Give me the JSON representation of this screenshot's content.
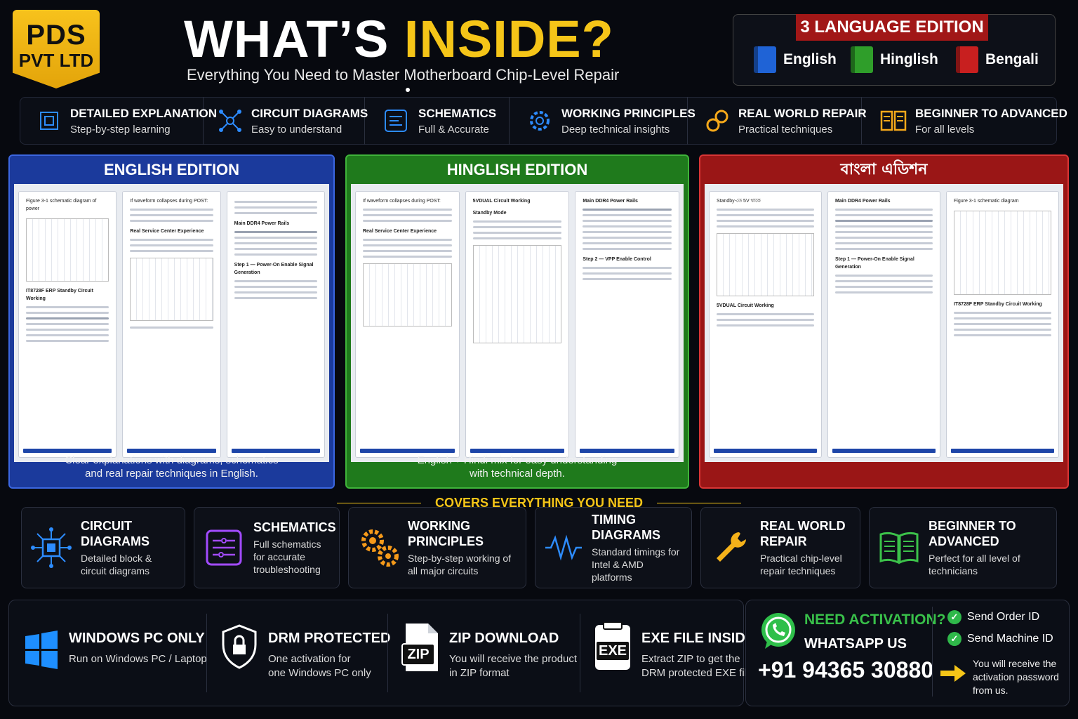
{
  "logo": {
    "line1": "PDS",
    "line2": "PVT LTD"
  },
  "header": {
    "title_a": "WHAT’S ",
    "title_b": "INSIDE?",
    "subtitle": "Everything You Need to Master Motherboard Chip-Level Repair"
  },
  "languages": {
    "badge": "3 LANGUAGE EDITION",
    "items": [
      {
        "label": "English",
        "color": "#1f63d6"
      },
      {
        "label": "Hinglish",
        "color": "#2f9e2a"
      },
      {
        "label": "Bengali",
        "color": "#c81f1f"
      }
    ]
  },
  "features": [
    {
      "title": "DETAILED EXPLANATION",
      "sub": "Step-by-step learning",
      "icon": "chip-icon"
    },
    {
      "title": "CIRCUIT DIAGRAMS",
      "sub": "Easy to understand",
      "icon": "network-icon"
    },
    {
      "title": "SCHEMATICS",
      "sub": "Full & Accurate",
      "icon": "schematic-icon"
    },
    {
      "title": "WORKING PRINCIPLES",
      "sub": "Deep technical insights",
      "icon": "gear-icon"
    },
    {
      "title": "REAL WORLD REPAIR",
      "sub": "Practical techniques",
      "icon": "link-icon"
    },
    {
      "title": "BEGINNER TO ADVANCED",
      "sub": "For all levels",
      "icon": "book-icon"
    }
  ],
  "editions": [
    {
      "title": "ENGLISH EDITION",
      "color": "#1b3a9c",
      "caption1": "Clear explanations with diagrams, schematics",
      "caption2": "and real repair techniques in English.",
      "pages": [
        {
          "head": "Figure 3-1 schematic diagram of power",
          "body": "IT8728F ERP Standby Circuit Working"
        },
        {
          "head": "If waveform collapses during POST:",
          "body": "Real Service Center Experience"
        },
        {
          "head": "Main DDR4 Power Rails",
          "body": "Step 1 — Power-On Enable Signal Generation"
        }
      ]
    },
    {
      "title": "HINGLISH EDITION",
      "color": "#1f7a1c",
      "caption1": "English + Hindi mix for easy understanding",
      "caption2": "with technical depth.",
      "pages": [
        {
          "head": "If waveform collapses during POST:",
          "body": "Real Service Center Experience"
        },
        {
          "head": "5VDUAL Circuit Working",
          "body": "Standby Mode"
        },
        {
          "head": "Main DDR4 Power Rails",
          "body": "Step 2 — VPP Enable Control"
        }
      ]
    },
    {
      "title": "বাংলা এডিশন",
      "color": "#9a1616",
      "caption1": "",
      "caption2": "",
      "pages": [
        {
          "head": "Standby-তে 5V থাকে",
          "body": "5VDUAL Circuit Working"
        },
        {
          "head": "Main DDR4 Power Rails",
          "body": "Step 1 — Power-On Enable Signal Generation"
        },
        {
          "head": "Figure 3-1 schematic diagram",
          "body": "IT8728F ERP Standby Circuit Working"
        }
      ]
    }
  ],
  "covers": {
    "title": "COVERS EVERYTHING YOU NEED",
    "items": [
      {
        "title": "CIRCUIT DIAGRAMS",
        "sub": "Detailed block & circuit diagrams",
        "icon": "circuit-chip-icon",
        "color": "#2d8cff"
      },
      {
        "title": "SCHEMATICS",
        "sub": "Full schematics for accurate troubleshooting",
        "icon": "schematic-icon",
        "color": "#a24bff"
      },
      {
        "title": "WORKING PRINCIPLES",
        "sub": "Step-by-step working of all major circuits",
        "icon": "gears-icon",
        "color": "#f59a1a"
      },
      {
        "title": "TIMING DIAGRAMS",
        "sub": "Standard timings for Intel & AMD platforms",
        "icon": "waveform-icon",
        "color": "#2d8cff"
      },
      {
        "title": "REAL WORLD REPAIR",
        "sub": "Practical chip-level repair techniques",
        "icon": "wrench-icon",
        "color": "#f5b21a"
      },
      {
        "title": "BEGINNER TO ADVANCED",
        "sub": "Perfect for all level of technicians",
        "icon": "open-book-icon",
        "color": "#3cc24a"
      }
    ]
  },
  "bottom": [
    {
      "title": "WINDOWS PC ONLY",
      "sub1": "Run on Windows PC / Laptop",
      "sub2": "",
      "icon": "windows-icon"
    },
    {
      "title": "DRM PROTECTED",
      "sub1": "One activation for",
      "sub2": "one Windows PC only",
      "icon": "shield-lock-icon"
    },
    {
      "title": "ZIP DOWNLOAD",
      "sub1": "You will receive the product",
      "sub2": "in ZIP format",
      "icon": "zip-file-icon",
      "label": "ZIP"
    },
    {
      "title": "EXE FILE INSIDE",
      "sub1": "Extract ZIP to get the",
      "sub2": "DRM protected EXE file",
      "icon": "exe-file-icon",
      "label": "EXE"
    }
  ],
  "activation": {
    "need": "NEED ACTIVATION?",
    "whatsapp": "WHATSAPP US",
    "phone": "+91 94365 30880",
    "check1": "Send Order ID",
    "check2": "Send Machine ID",
    "receive1": "You will receive the",
    "receive2": "activation password",
    "receive3": "from us."
  }
}
